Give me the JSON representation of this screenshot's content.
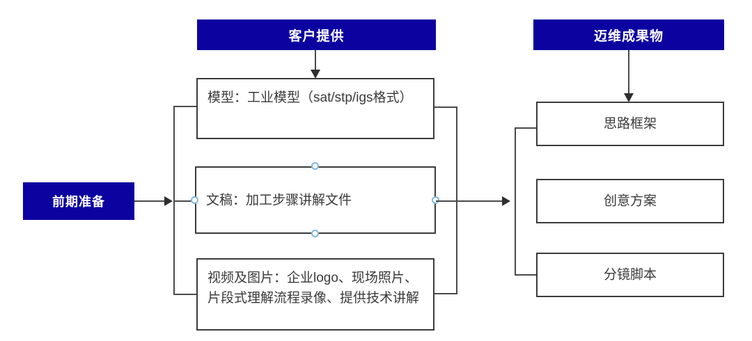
{
  "diagram": {
    "headers": [
      {
        "label": "客户提供",
        "name": "header-client-provided"
      },
      {
        "label": "迈维成果物",
        "name": "header-maiwei-deliverables"
      }
    ],
    "start_node": {
      "label": "前期准备",
      "name": "node-preparation"
    },
    "client_items": [
      {
        "label": "模型：工业模型（sat/stp/igs格式）",
        "name": "node-model"
      },
      {
        "label": "文稿：加工步骤讲解文件",
        "name": "node-document",
        "selected": true
      },
      {
        "label": "视频及图片：企业logo、现场照片、片段式理解流程录像、提供技术讲解",
        "name": "node-video-images"
      }
    ],
    "deliverables": [
      {
        "label": "思路框架",
        "name": "node-framework"
      },
      {
        "label": "创意方案",
        "name": "node-creative-plan"
      },
      {
        "label": "分镜脚本",
        "name": "node-storyboard"
      }
    ],
    "colors": {
      "header_blue": "#0c02a0",
      "box_border": "#3b3b3b",
      "connector": "#4a4a4a",
      "handle_blue": "#7fb8dd",
      "text": "#3a3a3a",
      "background": "#ffffff"
    }
  }
}
